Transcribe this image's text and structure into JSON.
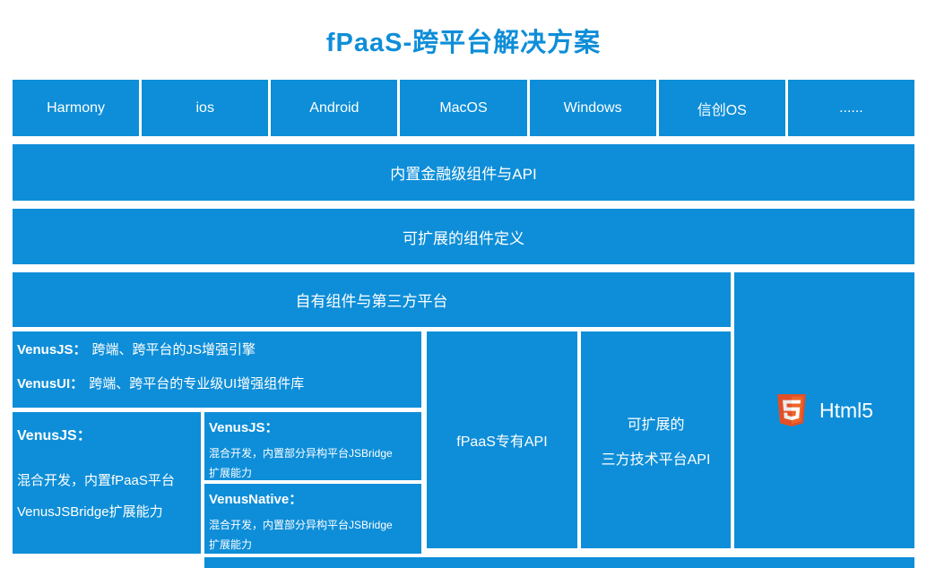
{
  "title": "fPaaS-跨平台解决方案",
  "colors": {
    "box_blue": "#0e8ed8",
    "html5_shield": "#e34f26",
    "html5_shield_light": "#ef652a"
  },
  "platform_row": [
    "Harmony",
    "ios",
    "Android",
    "MacOS",
    "Windows",
    "信创OS",
    "......"
  ],
  "layer_builtin_api": "内置金融级组件与API",
  "layer_extensible_components": "可扩展的组件定义",
  "section_header": "自有组件与第三方平台",
  "venus_overview": {
    "js_label": "VenusJS：",
    "js_text": "跨端、跨平台的JS增强引擎",
    "ui_label": "VenusUI：",
    "ui_text": "跨端、跨平台的专业级UI增强组件库"
  },
  "venus_fpaas_bridge": {
    "label": "VenusJS：",
    "line1": "混合开发，内置fPaaS平台",
    "line2": "VenusJSBridge扩展能力"
  },
  "venus_js_bridge": {
    "label": "VenusJS：",
    "line1": "混合开发，内置部分异构平台JSBridge",
    "line2": "扩展能力"
  },
  "venus_native_bridge": {
    "label": "VenusNative：",
    "line1": "混合开发，内置部分异构平台JSBridge",
    "line2": "扩展能力"
  },
  "fpaas_api": "fPaaS专有API",
  "third_party_api": {
    "line1": "可扩展的",
    "line2": "三方技术平台API"
  },
  "html5_label": "Html5"
}
